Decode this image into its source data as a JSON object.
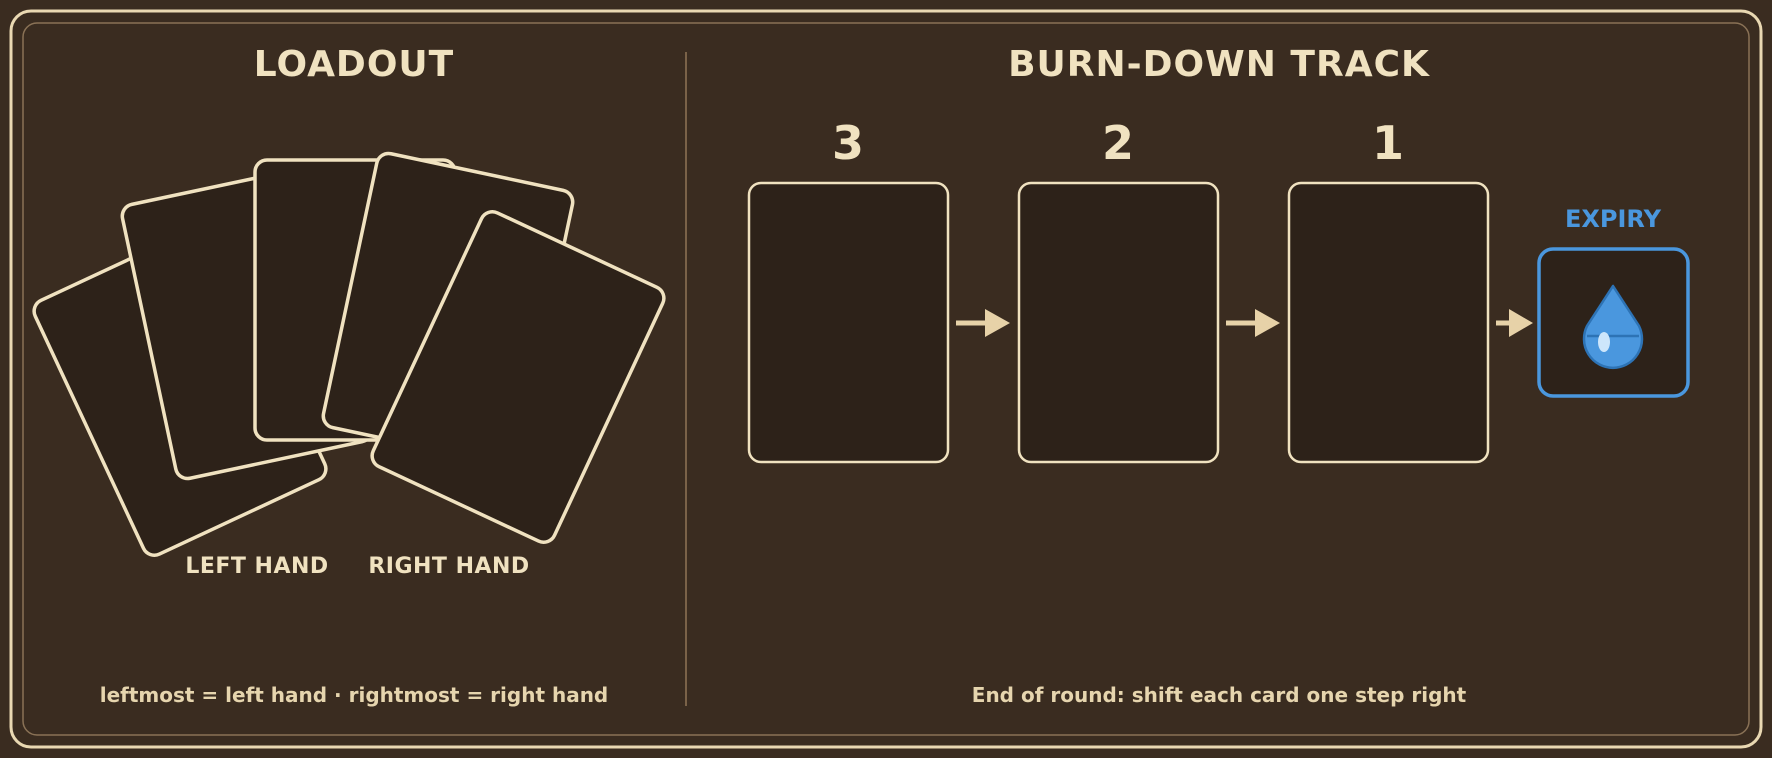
{
  "loadout": {
    "title": "LOADOUT",
    "left_hand_label": "LEFT HAND",
    "right_hand_label": "RIGHT HAND",
    "note": "leftmost = left hand · rightmost = right hand",
    "card_count": 5
  },
  "track": {
    "title": "BURN-DOWN TRACK",
    "steps": [
      "3",
      "2",
      "1"
    ],
    "expiry_label": "EXPIRY",
    "expiry_icon": "water-drop-icon",
    "note": "End of round: shift each card one step right"
  },
  "colors": {
    "background": "#3a2c20",
    "card_fill": "#2d2219",
    "cream": "#f0e2c0",
    "divider": "#7a6248",
    "expiry_accent": "#4a97de"
  }
}
